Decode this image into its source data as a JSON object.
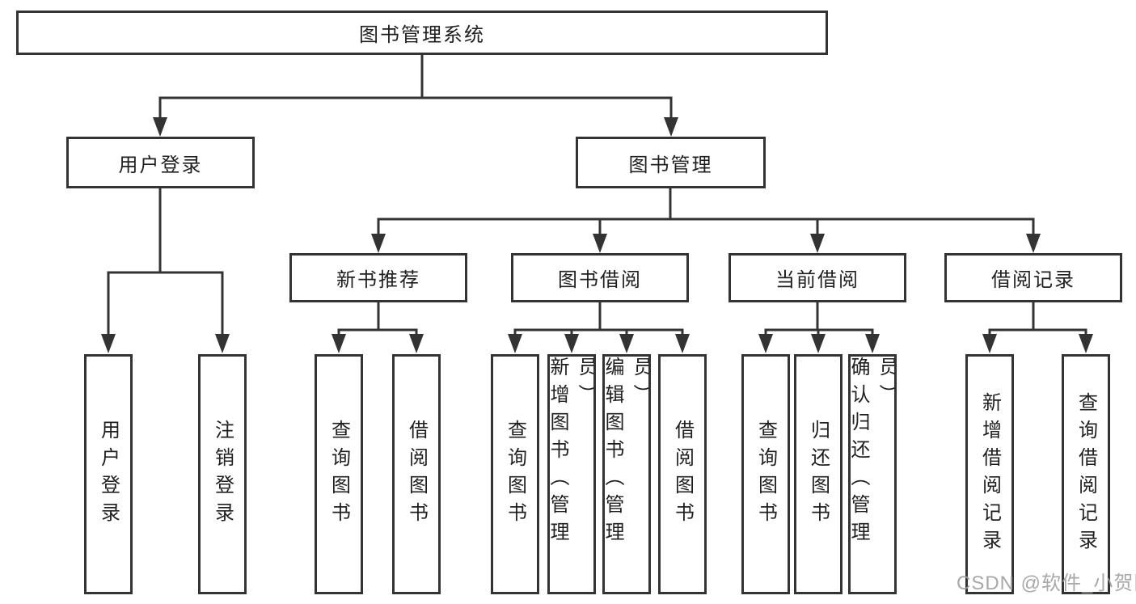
{
  "diagram": {
    "title": "图书管理系统",
    "root": {
      "label": "图书管理系统"
    },
    "branches": [
      {
        "label": "用户登录",
        "children": [
          {
            "label": "用户登录"
          },
          {
            "label": "注销登录"
          }
        ]
      },
      {
        "label": "图书管理",
        "children": [
          {
            "label": "新书推荐",
            "children": [
              {
                "label": "查询图书"
              },
              {
                "label": "借阅图书"
              }
            ]
          },
          {
            "label": "图书借阅",
            "children": [
              {
                "label": "查询图书"
              },
              {
                "label": "新增图书（管理员）"
              },
              {
                "label": "编辑图书（管理员）"
              },
              {
                "label": "借阅图书"
              }
            ]
          },
          {
            "label": "当前借阅",
            "children": [
              {
                "label": "查询图书"
              },
              {
                "label": "归还图书"
              },
              {
                "label": "确认归还（管理员）"
              }
            ]
          },
          {
            "label": "借阅记录",
            "children": [
              {
                "label": "新增借阅记录"
              },
              {
                "label": "查询借阅记录"
              }
            ]
          }
        ]
      }
    ]
  },
  "watermark": {
    "text": "CSDN @软件_小贺同学"
  },
  "colors": {
    "line": "#333333",
    "text": "#1f1f1f",
    "background": "#ffffff",
    "watermark": "#9e9e9e"
  }
}
